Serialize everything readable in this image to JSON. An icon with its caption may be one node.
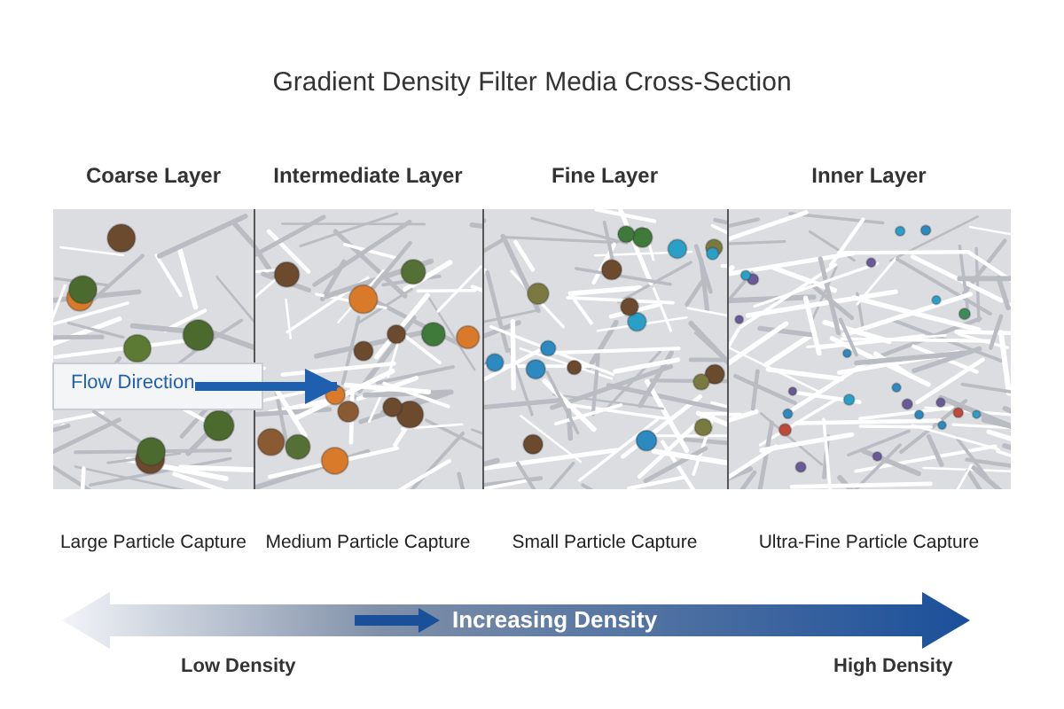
{
  "diagram": {
    "title": "Gradient Density Filter Media Cross-Section",
    "nodes": [
      {
        "text": [
          "Coarse Layer",
          "Large Particle Capture"
        ]
      },
      {
        "text": [
          "Intermediate Layer",
          "Medium Particle Capture"
        ]
      },
      {
        "text": [
          "Fine Layer",
          "Small Particle Capture"
        ]
      },
      {
        "text": [
          "Inner Layer",
          "Ultra-Fine Particle Capture"
        ]
      }
    ],
    "labels": [
      "Flow Direction",
      "Increasing Density",
      "Low Density",
      "High Density"
    ]
  }
}
